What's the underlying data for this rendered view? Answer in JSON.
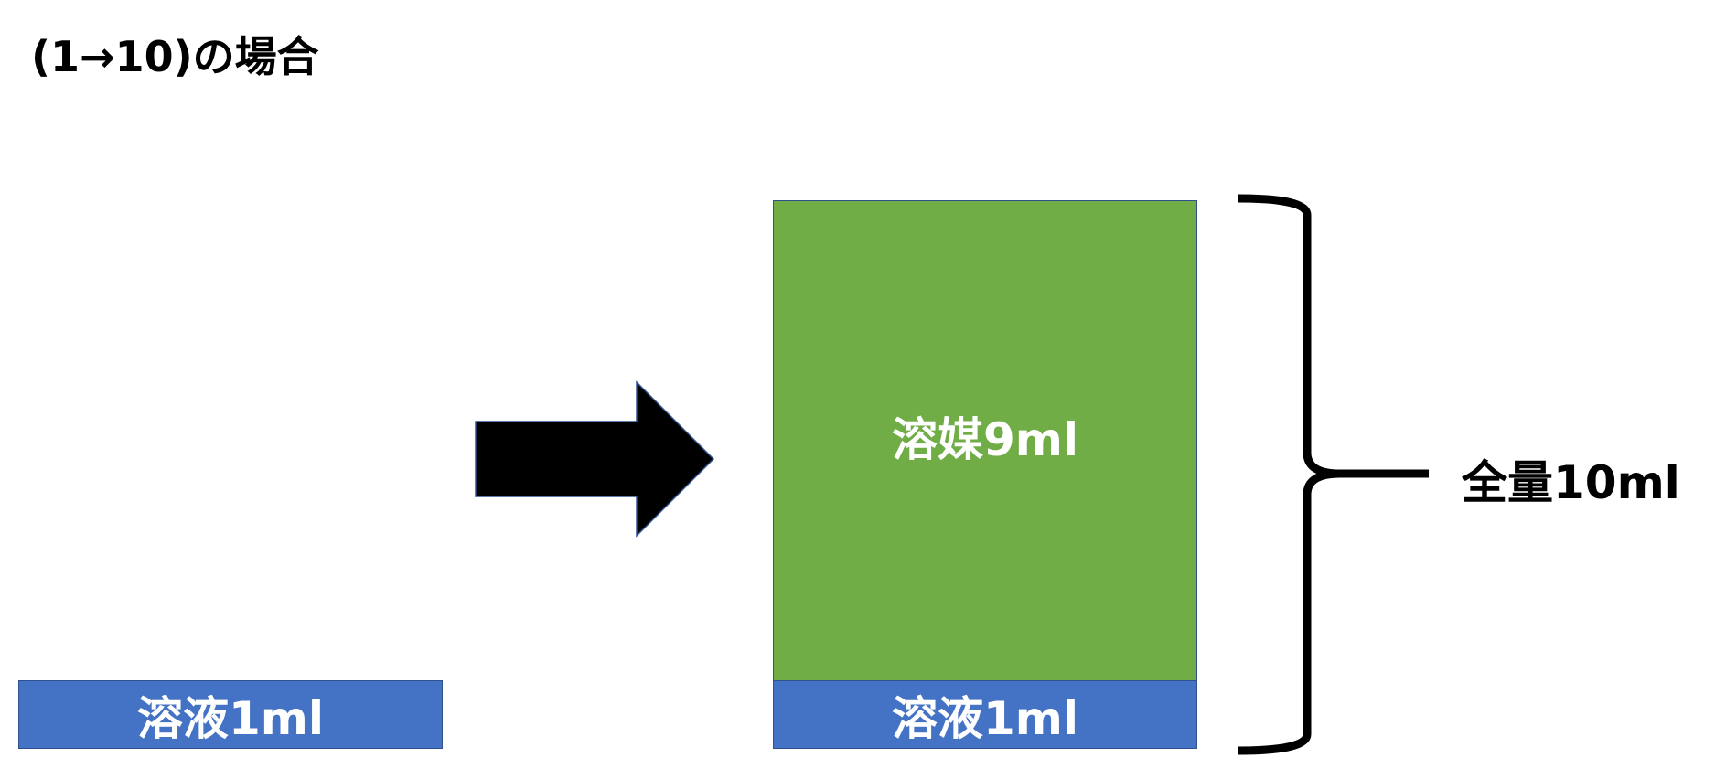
{
  "title": "(1→10)の場合",
  "left_box": {
    "label": "溶液1ml"
  },
  "right_stack": {
    "solvent_label": "溶媒9ml",
    "solution_label": "溶液1ml"
  },
  "total_label": "全量10ml",
  "colors": {
    "solution": "#4472c4",
    "solvent": "#70ad47",
    "outline": "#2f528f",
    "arrow": "#000000"
  }
}
